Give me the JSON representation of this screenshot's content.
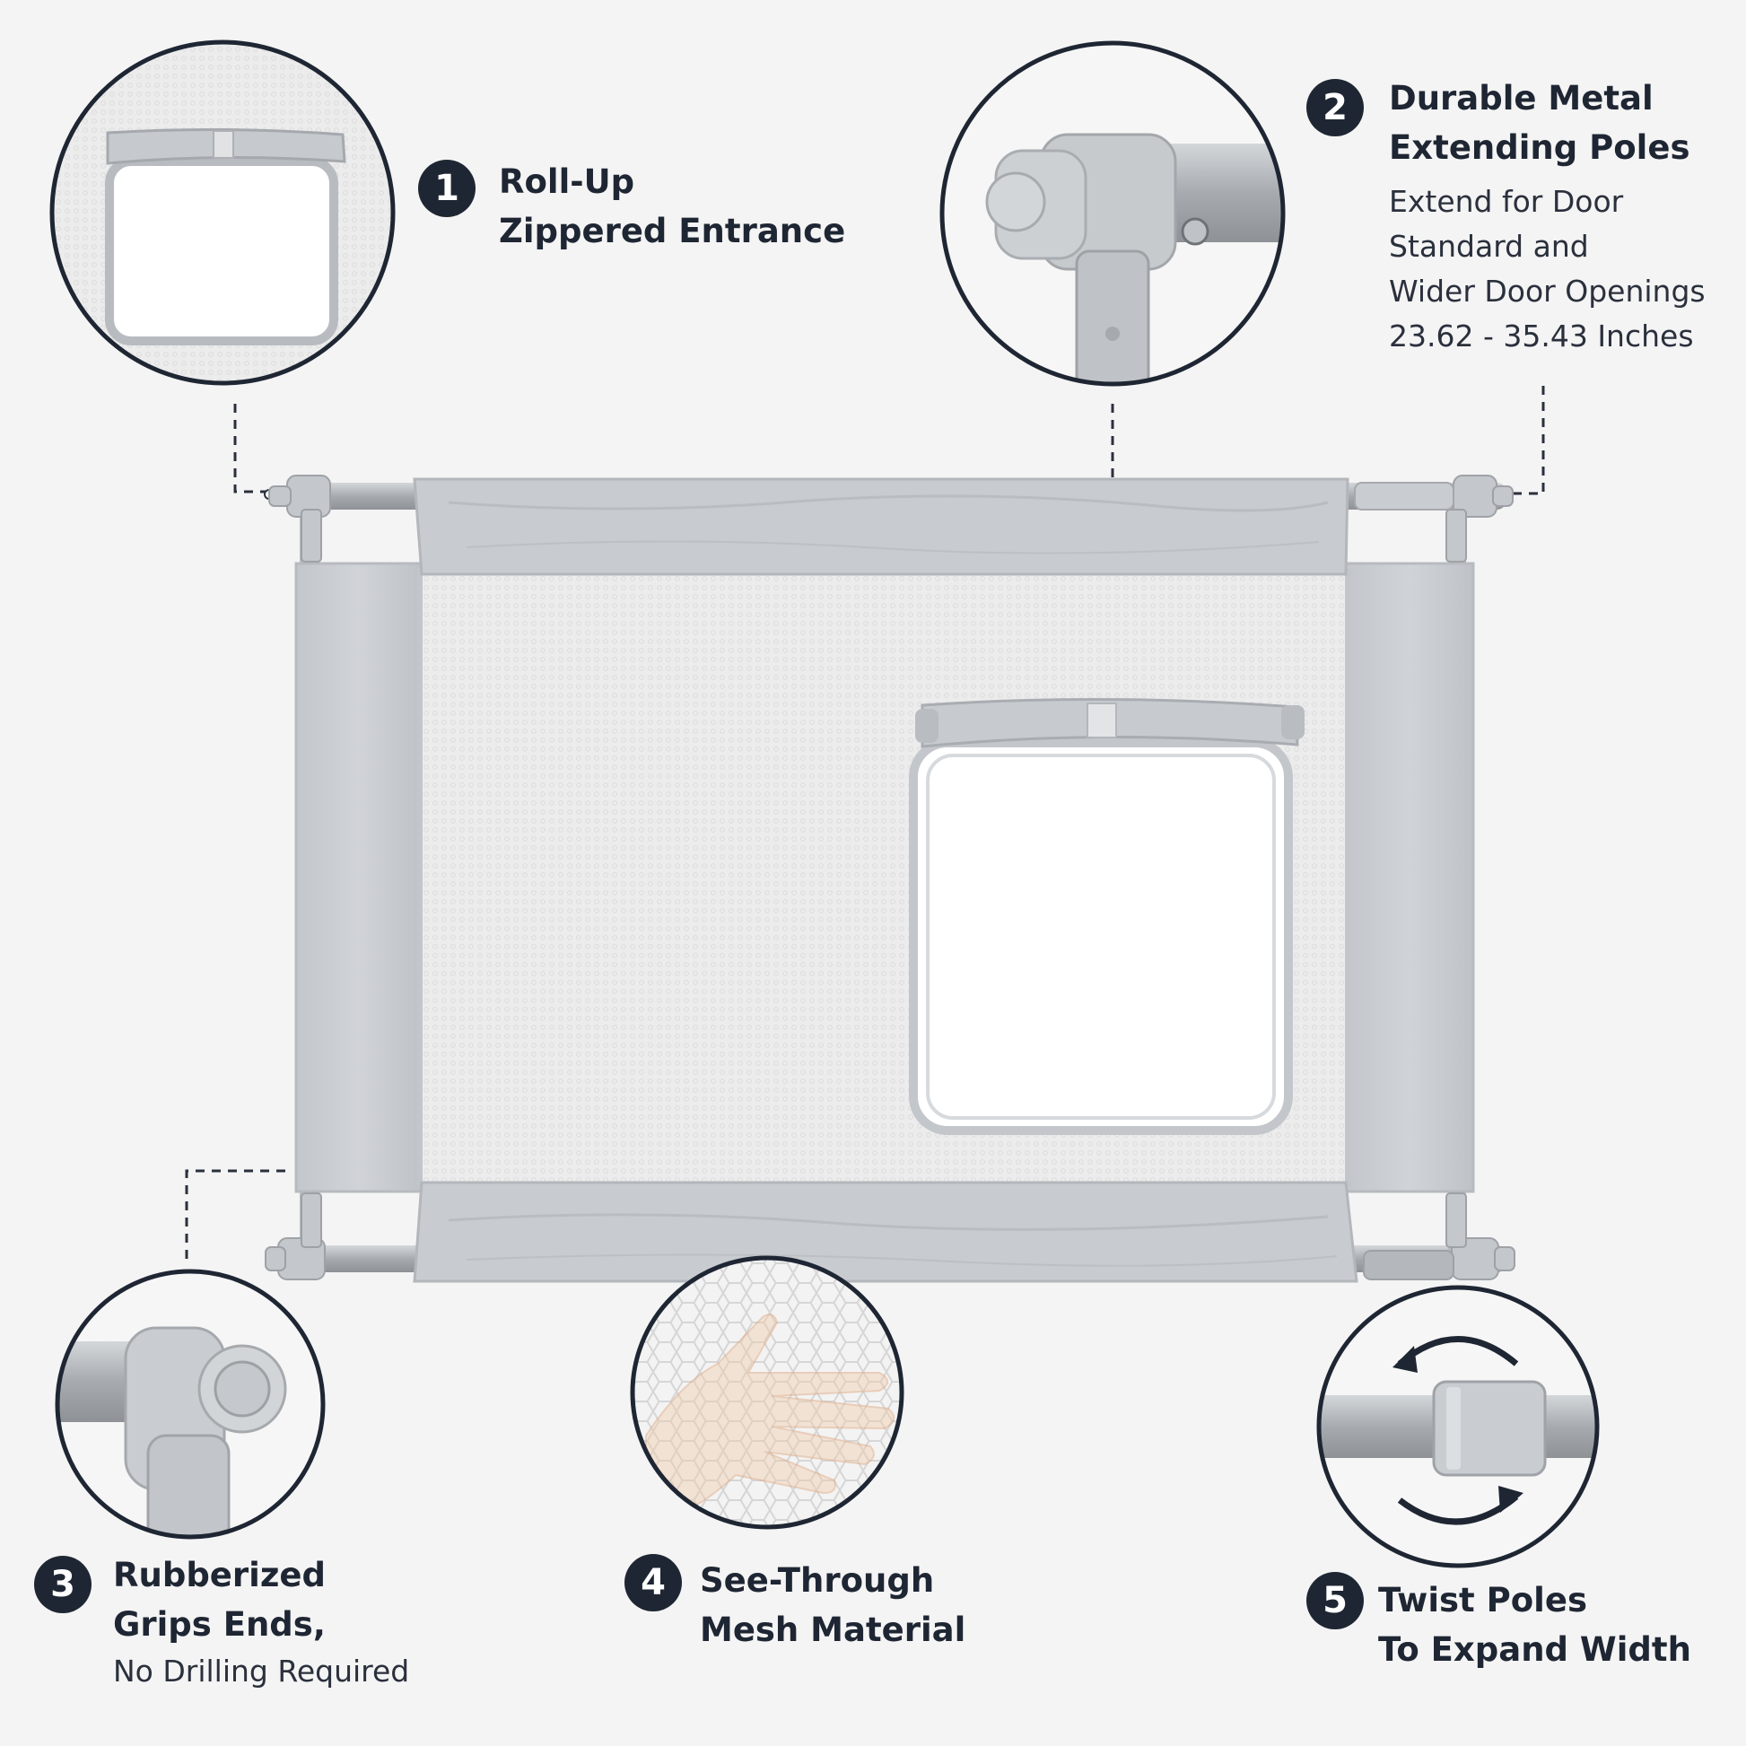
{
  "features": [
    {
      "number": "1",
      "title_line1": "Roll-Up",
      "title_line2": "Zippered Entrance"
    },
    {
      "number": "2",
      "title_line1": "Durable Metal",
      "title_line2": "Extending Poles",
      "desc_line1": "Extend for Door",
      "desc_line2": "Standard and",
      "desc_line3": "Wider Door Openings",
      "desc_line4": "23.62 - 35.43 Inches"
    },
    {
      "number": "3",
      "title_line1": "Rubberized",
      "title_line2": "Grips Ends,",
      "desc_line1": "No Drilling Required"
    },
    {
      "number": "4",
      "title_line1": "See-Through",
      "title_line2": "Mesh Material"
    },
    {
      "number": "5",
      "title_line1": "Twist Poles",
      "title_line2": "To Expand Width"
    }
  ],
  "colors": {
    "badge": "#1f2633",
    "fabric": "#c9cdd2",
    "mesh": "#e9e9e9",
    "pole": "#a9adb2",
    "background": "#f4f4f4"
  }
}
